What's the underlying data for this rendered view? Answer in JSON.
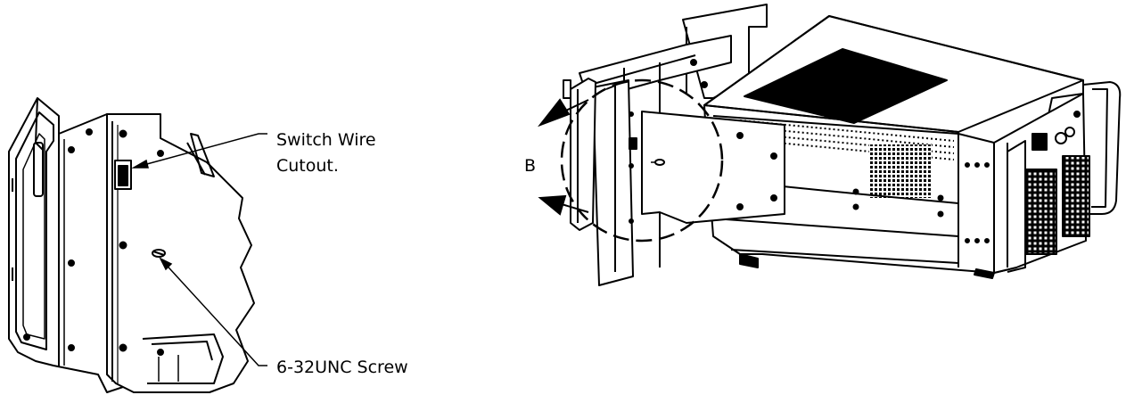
{
  "labels": {
    "switch_wire_line1": "Switch Wire",
    "switch_wire_line2": "Cutout.",
    "screw": "6-32UNC Screw",
    "detail_ref": "B"
  }
}
